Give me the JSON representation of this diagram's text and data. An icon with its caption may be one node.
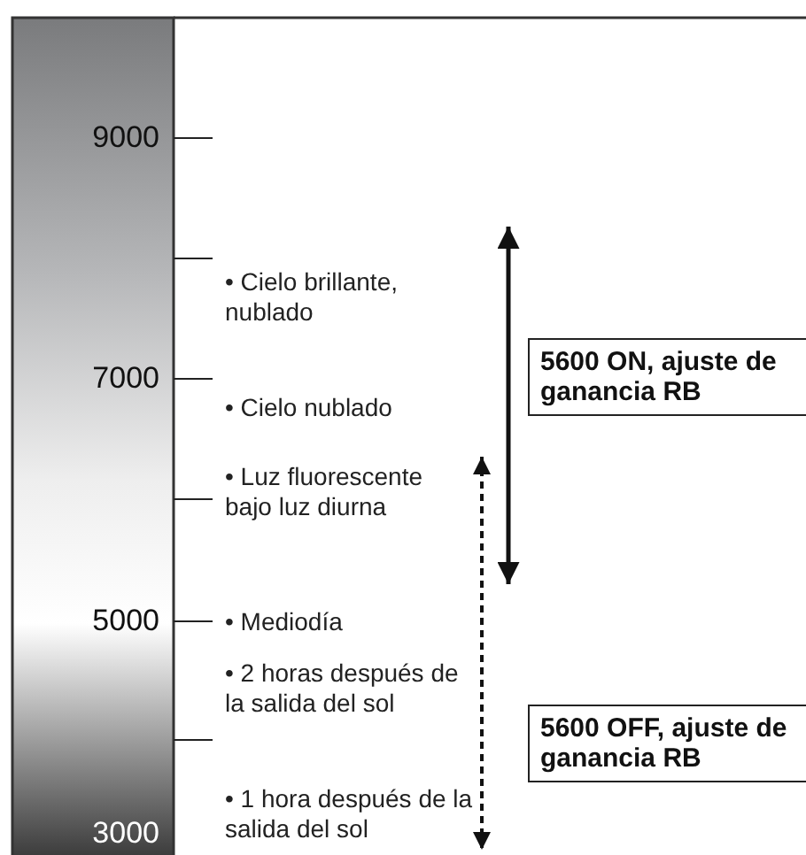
{
  "diagram": {
    "nodes": [
      {
        "text": [
          "5600 ON, ajuste de ganancia RB"
        ]
      },
      {
        "text": [
          "5600 OFF, ajuste de ganancia RB"
        ]
      }
    ],
    "labels": [
      "9000",
      "• Cielo brillante, nublado",
      "7000",
      "• Cielo nublado",
      "• Luz fluorescente bajo luz diurna",
      "5000",
      "• Mediodía",
      "• 2 horas después de la salida del sol",
      "• 1 hora después de la salida del sol",
      "3000"
    ]
  }
}
